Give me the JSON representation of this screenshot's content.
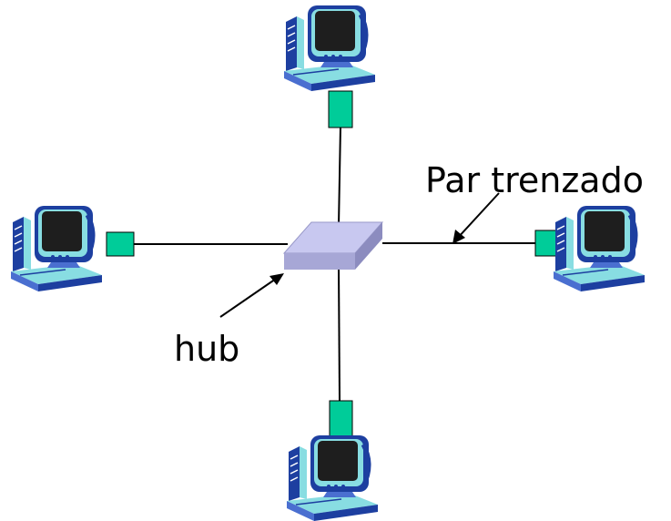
{
  "labels": {
    "hub": "hub",
    "cable": "Par trenzado"
  },
  "nodes": [
    {
      "name": "computer-top",
      "icon": "desktop-computer-icon"
    },
    {
      "name": "computer-left",
      "icon": "desktop-computer-icon"
    },
    {
      "name": "computer-right",
      "icon": "desktop-computer-icon"
    },
    {
      "name": "computer-bottom",
      "icon": "desktop-computer-icon"
    }
  ],
  "center": {
    "name": "hub",
    "icon": "hub-icon"
  },
  "colors": {
    "connector": "#00cc99",
    "hub_top": "#c8c8f0",
    "hub_side": "#9898c8",
    "computer_body": "#88dde2",
    "computer_dark": "#1d3fa0",
    "screen": "#1e1e1e"
  }
}
